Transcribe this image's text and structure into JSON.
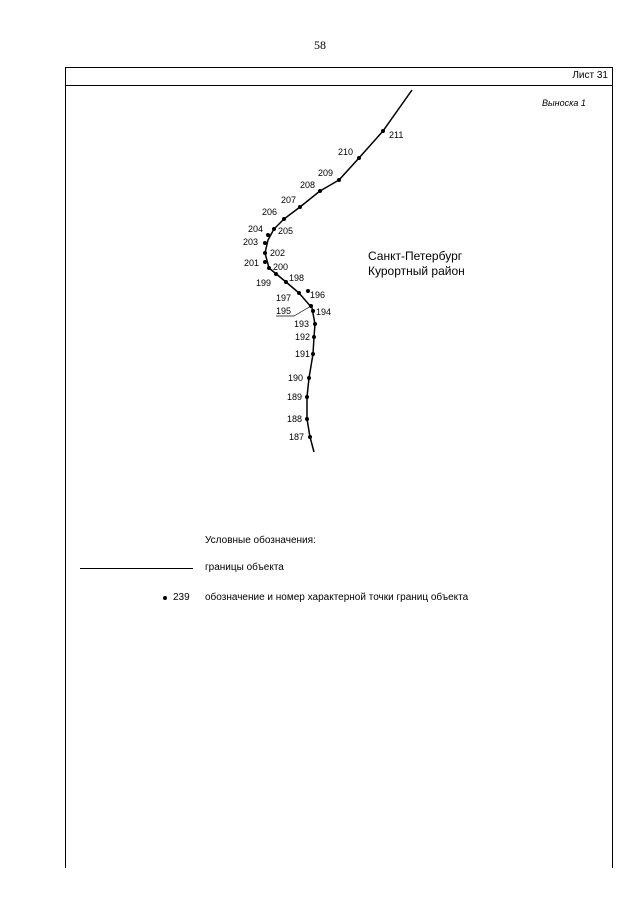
{
  "page_number": "58",
  "sheet": {
    "label": "Лист 31"
  },
  "callout": {
    "label": "Выноска 1"
  },
  "region": {
    "line1": "Санкт-Петербург",
    "line2": "Курортный район"
  },
  "points": [
    {
      "id": "187",
      "label": "187"
    },
    {
      "id": "188",
      "label": "188"
    },
    {
      "id": "189",
      "label": "189"
    },
    {
      "id": "190",
      "label": "190"
    },
    {
      "id": "191",
      "label": "191"
    },
    {
      "id": "192",
      "label": "192"
    },
    {
      "id": "193",
      "label": "193"
    },
    {
      "id": "194",
      "label": "194"
    },
    {
      "id": "195",
      "label": "195"
    },
    {
      "id": "196",
      "label": "196"
    },
    {
      "id": "197",
      "label": "197"
    },
    {
      "id": "198",
      "label": "198"
    },
    {
      "id": "199",
      "label": "199"
    },
    {
      "id": "200",
      "label": "200"
    },
    {
      "id": "201",
      "label": "201"
    },
    {
      "id": "202",
      "label": "202"
    },
    {
      "id": "203",
      "label": "203"
    },
    {
      "id": "204",
      "label": "204"
    },
    {
      "id": "205",
      "label": "205"
    },
    {
      "id": "206",
      "label": "206"
    },
    {
      "id": "207",
      "label": "207"
    },
    {
      "id": "208",
      "label": "208"
    },
    {
      "id": "209",
      "label": "209"
    },
    {
      "id": "210",
      "label": "210"
    },
    {
      "id": "211",
      "label": "211"
    }
  ],
  "legend": {
    "title": "Условные обозначения:",
    "boundary_text": "границы объекта",
    "point_number": "239",
    "point_text": "обозначение и номер характерной точки границ объекта"
  }
}
